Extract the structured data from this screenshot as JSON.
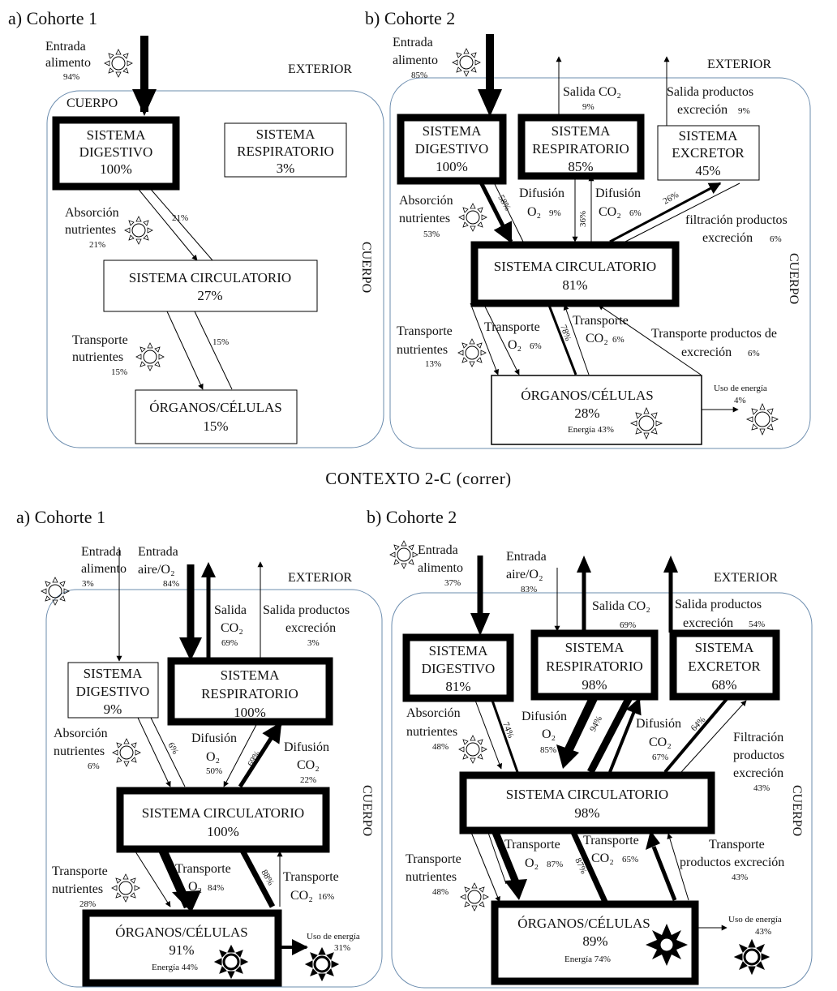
{
  "context_title": "CONTEXTO 2-C (correr)",
  "panels": {
    "top_left": {
      "title": "a) Cohorte 1",
      "exterior": "EXTERIOR",
      "cuerpo_top": "CUERPO",
      "cuerpo_side": "CUERPO",
      "entrada_alimento": [
        "Entrada",
        "alimento",
        "94%"
      ],
      "boxes": {
        "digestivo": [
          "SISTEMA",
          "DIGESTIVO",
          "100%"
        ],
        "respiratorio": [
          "SISTEMA",
          "RESPIRATORIO",
          "3%"
        ],
        "circulatorio": [
          "SISTEMA CIRCULATORIO",
          "27%"
        ],
        "organos": [
          "ÓRGANOS/CÉLULAS",
          "15%"
        ]
      },
      "absorcion": [
        "Absorción",
        "nutrientes",
        "21%"
      ],
      "transporte": [
        "Transporte",
        "nutrientes",
        "15%"
      ],
      "arrow_tags": [
        "21%",
        "15%"
      ]
    },
    "top_right": {
      "title": "b) Cohorte 2",
      "exterior": "EXTERIOR",
      "cuerpo_side": "CUERPO",
      "entrada_alimento": [
        "Entrada",
        "alimento",
        "85%"
      ],
      "salida_co2": [
        "Salida CO₂",
        "9%"
      ],
      "salida_excrecion": [
        "Salida productos",
        "excreción",
        "9%"
      ],
      "boxes": {
        "digestivo": [
          "SISTEMA",
          "DIGESTIVO",
          "100%"
        ],
        "respiratorio": [
          "SISTEMA",
          "RESPIRATORIO",
          "85%"
        ],
        "excretor": [
          "SISTEMA",
          "EXCRETOR",
          "45%"
        ],
        "circulatorio": [
          "SISTEMA CIRCULATORIO",
          "81%"
        ],
        "organos": [
          "ÓRGANOS/CÉLULAS",
          "28%",
          "Energía 43%"
        ]
      },
      "absorcion": [
        "Absorción",
        "nutrientes",
        "53%"
      ],
      "difusion_o2": [
        "Difusión",
        "O₂",
        "9%"
      ],
      "difusion_co2": [
        "Difusión",
        "CO₂",
        "6%"
      ],
      "filtracion": [
        "filtración productos",
        "excreción",
        "6%"
      ],
      "transporte_nutrientes": [
        "Transporte",
        "nutrientes",
        "13%"
      ],
      "transporte_o2": [
        "Transporte",
        "O₂",
        "6%"
      ],
      "transporte_co2": [
        "Transporte",
        "CO₂",
        "6%"
      ],
      "transporte_excrecion": [
        "Transporte productos de",
        "excreción",
        "6%"
      ],
      "uso_energia": [
        "Uso de energía",
        "4%"
      ],
      "arrow_tags": [
        "58%",
        "36%",
        "26%",
        "78%"
      ]
    },
    "bottom_left": {
      "title": "a) Cohorte 1",
      "exterior": "EXTERIOR",
      "cuerpo_side": "CUERPO",
      "entrada_alimento": [
        "Entrada",
        "alimento",
        "3%"
      ],
      "entrada_aire": [
        "Entrada",
        "aire/O₂",
        "84%"
      ],
      "salida_co2": [
        "Salida",
        "CO₂",
        "69%"
      ],
      "salida_excrecion": [
        "Salida productos",
        "excreción",
        "3%"
      ],
      "boxes": {
        "digestivo": [
          "SISTEMA",
          "DIGESTIVO",
          "9%"
        ],
        "respiratorio": [
          "SISTEMA",
          "RESPIRATORIO",
          "100%"
        ],
        "circulatorio": [
          "SISTEMA CIRCULATORIO",
          "100%"
        ],
        "organos": [
          "ÓRGANOS/CÉLULAS",
          "91%",
          "Energía 44%"
        ]
      },
      "absorcion": [
        "Absorción",
        "nutrientes",
        "6%"
      ],
      "difusion_o2": [
        "Difusión",
        "O₂",
        "50%"
      ],
      "difusion_co2": [
        "Difusión",
        "CO₂",
        "22%"
      ],
      "transporte_nutrientes": [
        "Transporte",
        "nutrientes",
        "28%"
      ],
      "transporte_o2": [
        "Transporte",
        "O₂",
        "84%"
      ],
      "transporte_co2": [
        "Transporte",
        "CO₂",
        "16%"
      ],
      "uso_energia": [
        "Uso de energía",
        "31%"
      ],
      "arrow_tags": [
        "6%",
        "69%",
        "88%"
      ]
    },
    "bottom_right": {
      "title": "b) Cohorte 2",
      "exterior": "EXTERIOR",
      "cuerpo_side": "CUERPO",
      "entrada_alimento": [
        "Entrada",
        "alimento",
        "37%"
      ],
      "entrada_aire": [
        "Entrada",
        "aire/O₂",
        "83%"
      ],
      "salida_co2": [
        "Salida CO₂",
        "69%"
      ],
      "salida_excrecion": [
        "Salida productos",
        "excreción",
        "54%"
      ],
      "boxes": {
        "digestivo": [
          "SISTEMA",
          "DIGESTIVO",
          "81%"
        ],
        "respiratorio": [
          "SISTEMA",
          "RESPIRATORIO",
          "98%"
        ],
        "excretor": [
          "SISTEMA",
          "EXCRETOR",
          "68%"
        ],
        "circulatorio": [
          "SISTEMA CIRCULATORIO",
          "98%"
        ],
        "organos": [
          "ÓRGANOS/CÉLULAS",
          "89%",
          "Energía 74%"
        ]
      },
      "absorcion": [
        "Absorción",
        "nutrientes",
        "48%"
      ],
      "difusion_o2": [
        "Difusión",
        "O₂",
        "85%"
      ],
      "difusion_co2": [
        "Difusión",
        "CO₂",
        "67%"
      ],
      "filtracion": [
        "Filtración",
        "productos",
        "excreción",
        "43%"
      ],
      "transporte_nutrientes": [
        "Transporte",
        "nutrientes",
        "48%"
      ],
      "transporte_o2": [
        "Transporte",
        "O₂",
        "87%"
      ],
      "transporte_co2": [
        "Transporte",
        "CO₂",
        "65%"
      ],
      "transporte_excrecion": [
        "Transporte",
        "productos excreción",
        "43%"
      ],
      "uso_energia": [
        "Uso de energía",
        "43%"
      ],
      "arrow_tags": [
        "74%",
        "94%",
        "64%",
        "87%"
      ]
    }
  }
}
